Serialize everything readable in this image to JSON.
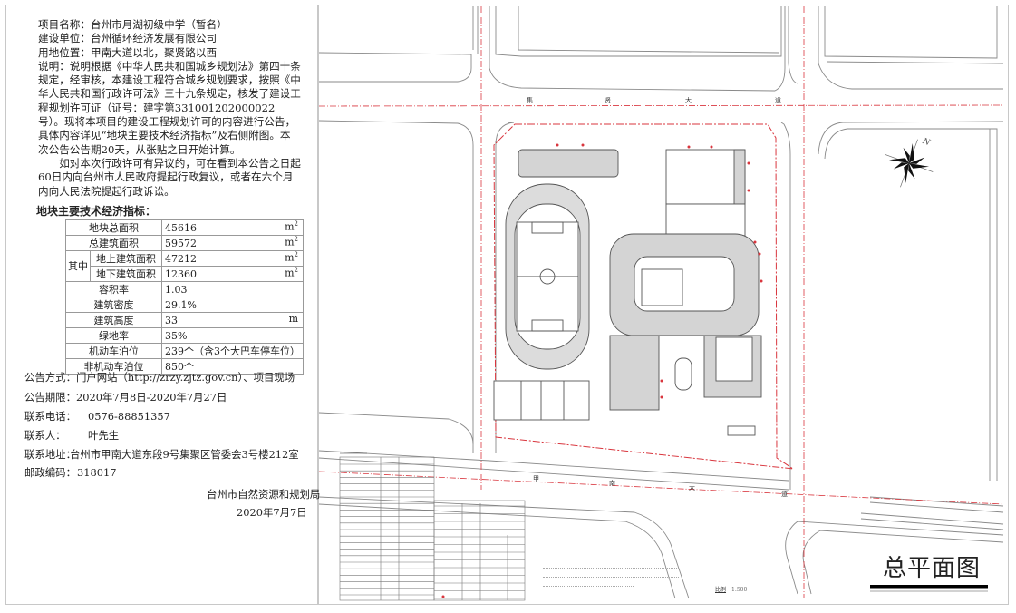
{
  "notice": {
    "project_name": "项目名称：台州市月湖初级中学（暂名）",
    "builder": "建设单位：台州循环经济发展有限公司",
    "location": "用地位置：甲南大道以北，聚贤路以西",
    "description": "说明：说明根据《中华人民共和国城乡规划法》第四十条规定，经审核，本建设工程符合城乡规划要求，按照《中华人民共和国行政许可法》三十九条规定，核发了建设工程规划许可证（证号：建字第331001202000022号）。现将本项目的建设工程规划许可的内容进行公告，具体内容详见“地块主要技术经济指标”及右侧附图。本次公告公告期20天，从张贴之日开始计算。",
    "objection": "如对本次行政许可有异议的，可在看到本公告之日起60日内向台州市人民政府提起行政复议，或者在六个月内向人民法院提起行政诉讼。"
  },
  "indicators": {
    "heading": "地块主要技术经济指标：",
    "group_label": "其中",
    "rows": [
      {
        "label": "地块总面积",
        "value": "45616",
        "unit": "m",
        "sup": "2"
      },
      {
        "label": "总建筑面积",
        "value": "59572",
        "unit": "m",
        "sup": "2"
      },
      {
        "label": "地上建筑面积",
        "value": "47212",
        "unit": "m",
        "sup": "2"
      },
      {
        "label": "地下建筑面积",
        "value": "12360",
        "unit": "m",
        "sup": "2"
      },
      {
        "label": "容积率",
        "value": "1.03"
      },
      {
        "label": "建筑密度",
        "value": "29.1%"
      },
      {
        "label": "建筑高度",
        "value": "33",
        "unit": "m"
      },
      {
        "label": "绿地率",
        "value": "35%"
      },
      {
        "label": "机动车泊位",
        "value": "239个（含3个大巴车停车位）"
      },
      {
        "label": "非机动车泊位",
        "value": "850个"
      }
    ]
  },
  "contact": {
    "method_label": "公告方式：",
    "method": "门户网站（http://zrzy.zjtz.gov.cn）、项目现场",
    "period_label": "公告期限：",
    "period": "2020年7月8日-2020年7月27日",
    "phone_label": "联系电话：",
    "phone": "0576-88851357",
    "person_label": "联系人：",
    "person": "叶先生",
    "address_label": "联系地址：",
    "address": "台州市甲南大道东段9号集聚区管委会3号楼212室",
    "postcode_label": "邮政编码：",
    "postcode": "318017",
    "issuer": "台州市自然资源和规划局",
    "date": "2020年7月7日"
  },
  "plan": {
    "title": "总平面图",
    "scale_label": "比例",
    "scale": "1:500",
    "north_label": "N",
    "top_road": [
      "集",
      "贤",
      "大",
      "道"
    ],
    "bottom_road": [
      "甲",
      "南",
      "大",
      "道"
    ],
    "boundary_color": "#d9363e",
    "line_color": "#8a8a8a",
    "fill_color": "#d4d4d4"
  }
}
